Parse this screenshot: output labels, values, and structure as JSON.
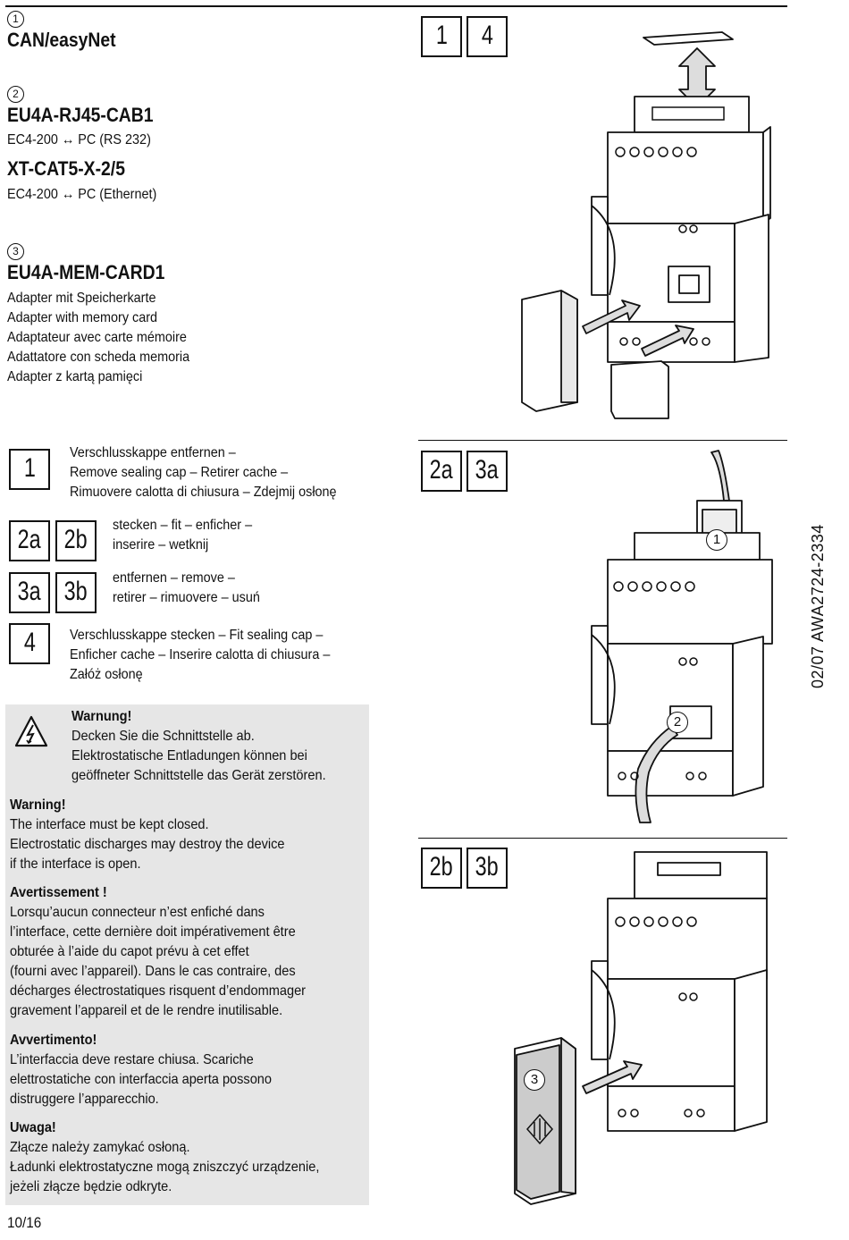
{
  "section1": {
    "num": "1",
    "title": "CAN/easyNet"
  },
  "section2": {
    "num": "2",
    "title_a": "EU4A-RJ45-CAB1",
    "line_a": "EC4-200 ↔ PC (RS 232)",
    "title_b": "XT-CAT5-X-2/5",
    "line_b": "EC4-200 ↔ PC (Ethernet)"
  },
  "section3": {
    "num": "3",
    "title": "EU4A-MEM-CARD1",
    "lines": [
      "Adapter mit Speicherkarte",
      "Adapter with memory card",
      "Adaptateur avec carte mémoire",
      "Adattatore con scheda memoria",
      "Adapter z kartą pamięci"
    ]
  },
  "steps": [
    {
      "boxes": [
        "1"
      ],
      "lines": [
        "Verschlusskappe entfernen –",
        "Remove sealing cap – Retirer cache –",
        "Rimuovere calotta di chiusura – Zdejmij osłonę"
      ]
    },
    {
      "boxes": [
        "2a",
        "2b"
      ],
      "lines": [
        "stecken – fit – enficher –",
        "inserire – wetknij"
      ]
    },
    {
      "boxes": [
        "3a",
        "3b"
      ],
      "lines": [
        "entfernen – remove –",
        "retirer – rimuovere – usuń"
      ]
    },
    {
      "boxes": [
        "4"
      ],
      "lines": [
        "Verschlusskappe stecken – Fit sealing cap –",
        "Enficher cache – Inserire calotta di chiusura –",
        "Załóż osłonę"
      ]
    }
  ],
  "warnings": [
    {
      "title": "Warnung!",
      "lines": [
        "Decken Sie die Schnittstelle ab.",
        "Elektrostatische Entladungen können bei",
        "geöffneter Schnittstelle das Gerät zerstören."
      ]
    },
    {
      "title": "Warning!",
      "lines": [
        "The interface must be kept closed.",
        "Electrostatic discharges may destroy the device",
        "if the interface is open."
      ]
    },
    {
      "title": "Avertissement !",
      "lines": [
        "Lorsqu’aucun connecteur n’est enfiché dans",
        "l’interface, cette dernière doit impérativement être",
        "obturée à l’aide du capot prévu à cet effet",
        "(fourni avec l’appareil). Dans le cas contraire, des",
        "décharges électrostatiques risquent d’endommager",
        "gravement l’appareil et de le rendre inutilisable."
      ]
    },
    {
      "title": "Avvertimento!",
      "lines": [
        "L’interfaccia deve restare chiusa. Scariche",
        "elettrostatiche con interfaccia aperta possono",
        "distruggere l’apparecchio."
      ]
    },
    {
      "title": "Uwaga!",
      "lines": [
        "Złącze należy zamykać osłoną.",
        "Ładunki elektrostatyczne mogą zniszczyć urządzenie,",
        "jeżeli złącze będzie odkryte."
      ]
    }
  ],
  "figures": {
    "fig1": {
      "boxes": [
        "1",
        "4"
      ]
    },
    "fig2": {
      "boxes": [
        "2a",
        "3a"
      ],
      "callouts": [
        "1",
        "2"
      ]
    },
    "fig3": {
      "boxes": [
        "2b",
        "3b"
      ],
      "callouts": [
        "3"
      ]
    }
  },
  "doc_code": "02/07 AWA2724-2334",
  "page_number": "10/16"
}
